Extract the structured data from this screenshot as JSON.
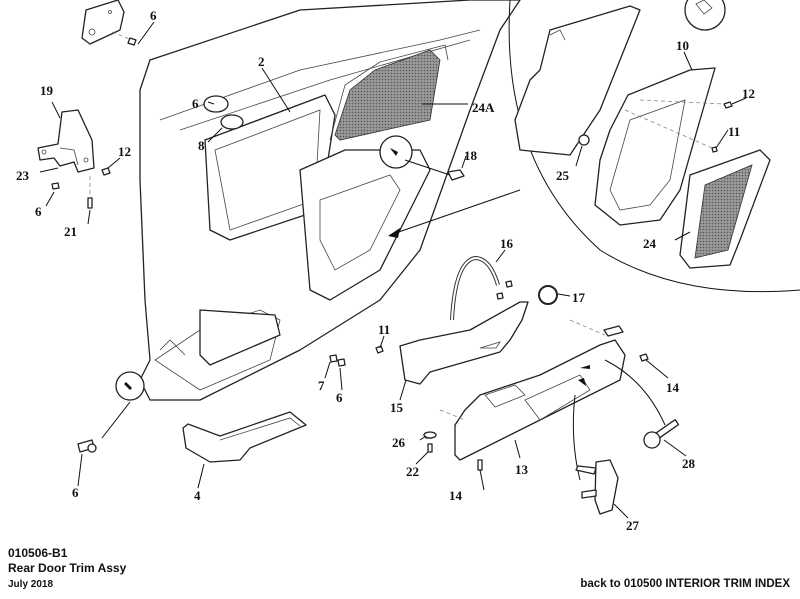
{
  "diagram": {
    "title": "Rear Door Trim Assy",
    "code": "010506-B1",
    "date": "July 2018",
    "back_link": "back to 010500 INTERIOR TRIM INDEX",
    "callouts": {
      "c6a": "6",
      "c19": "19",
      "c23": "23",
      "c12a": "12",
      "c6b": "6",
      "c21": "21",
      "c6c": "6",
      "c8": "8",
      "c2": "2",
      "c24A": "24A",
      "c18": "18",
      "c10": "10",
      "c12b": "12",
      "c11a": "11",
      "c25": "25",
      "c24": "24",
      "c16": "16",
      "c17": "17",
      "c11b": "11",
      "c15": "15",
      "c14a": "14",
      "c7": "7",
      "c6d": "6",
      "c6e": "6",
      "c4": "4",
      "c26": "26",
      "c22": "22",
      "c14b": "14",
      "c13": "13",
      "c28": "28",
      "c27": "27"
    }
  }
}
